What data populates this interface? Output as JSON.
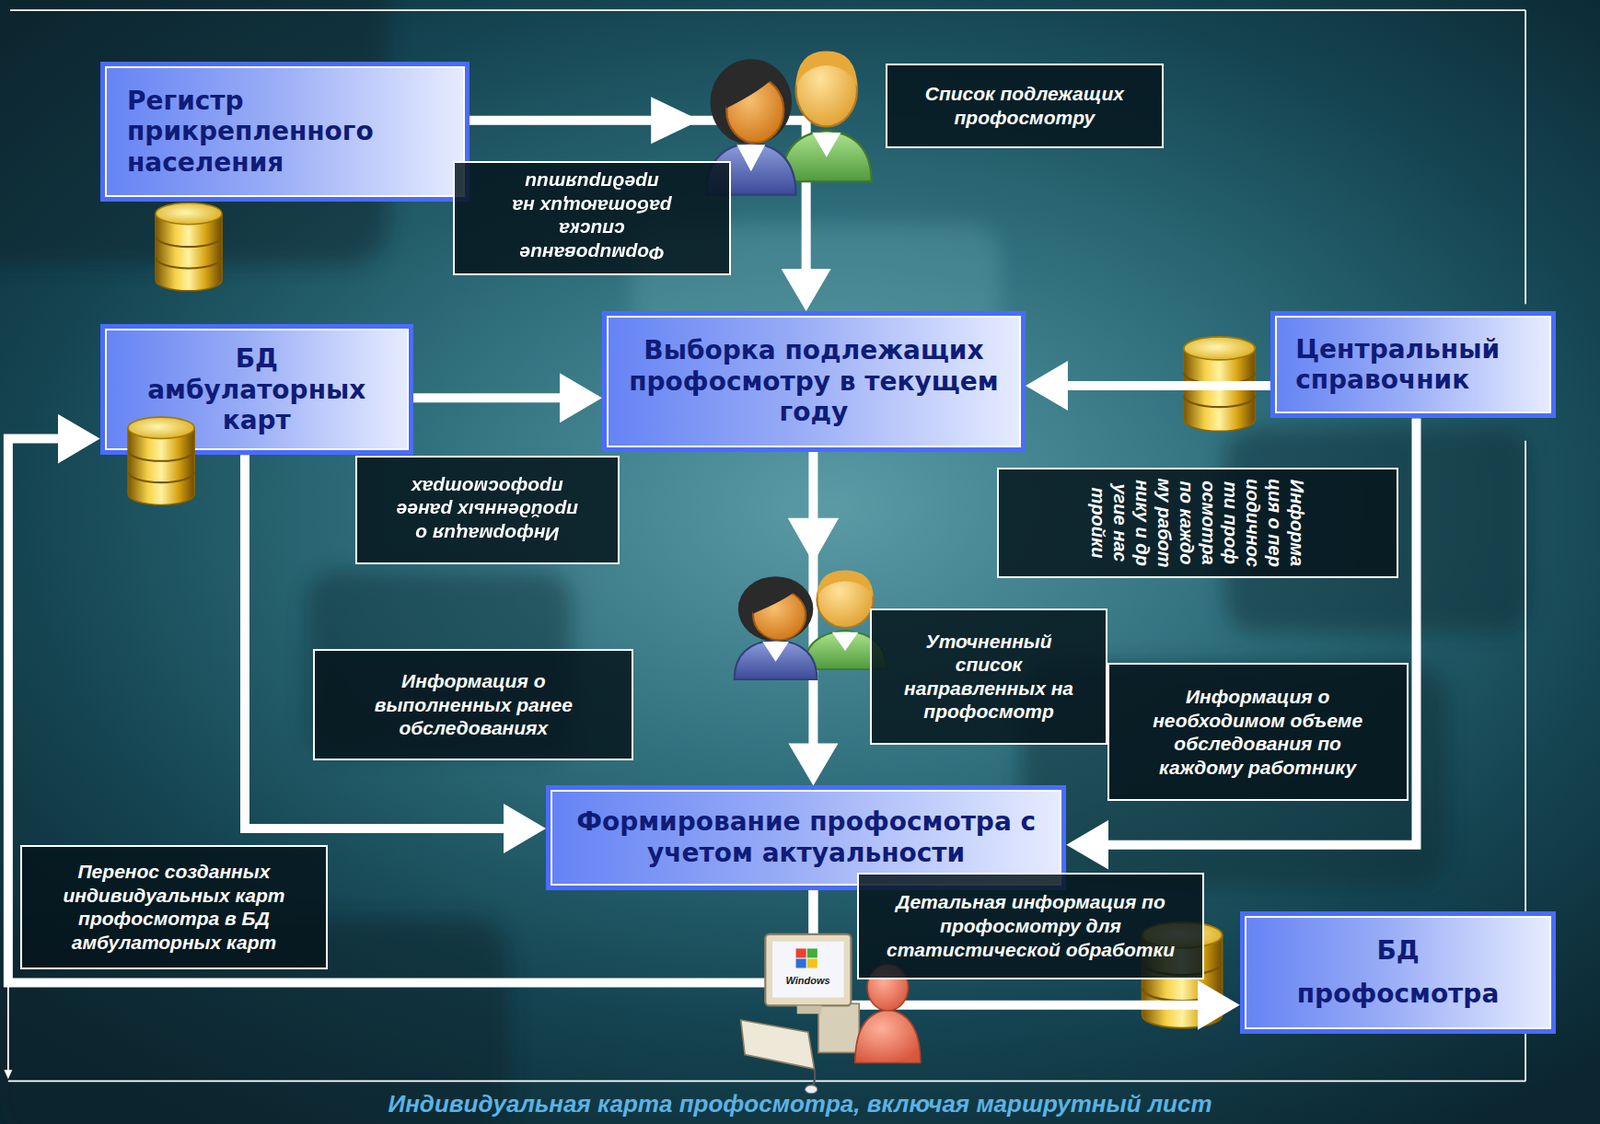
{
  "diagram": {
    "caption": "Индивидуальная карта профосмотра, включая маршрутный лист",
    "nodes": [
      {
        "text": [
          "Регистр прикрепленного населения"
        ]
      },
      {
        "text": [
          "Список подлежащих профосмотру"
        ]
      },
      {
        "text": [
          "Формирование списка работающих на предприятии"
        ]
      },
      {
        "text": [
          "БД амбулаторных карт"
        ]
      },
      {
        "text": [
          "Выборка подлежащих профосмотру в текущем году"
        ]
      },
      {
        "text": [
          "Центральный справочник"
        ]
      },
      {
        "text": [
          "Информация о пройденных ранее профосмотрах"
        ]
      },
      {
        "text": [
          "Информация о периодичности профосмотра по каждому работнику и другие настройки"
        ]
      },
      {
        "text": [
          "Уточненный список направленных на профосмотр"
        ]
      },
      {
        "text": [
          "Информация о выполненных ранее обследованиях"
        ]
      },
      {
        "text": [
          "Информация о необходимом объеме обследования по каждому работнику"
        ]
      },
      {
        "text": [
          "Формирование профосмотра с учетом актуальности"
        ]
      },
      {
        "text": [
          "Перенос созданных индивидуальных карт профосмотра в БД амбулаторных карт"
        ]
      },
      {
        "text": [
          "Детальная информация по профосмотру для статистической обработки"
        ]
      },
      {
        "text": [
          "БД профосмотра"
        ]
      }
    ],
    "edges": [
      {
        "from": 0,
        "to": 4,
        "arrow": "to"
      },
      {
        "from": 3,
        "to": 4,
        "arrow": "to"
      },
      {
        "from": 5,
        "to": 4,
        "arrow": "to"
      },
      {
        "from": 4,
        "to": 11,
        "arrow": "to"
      },
      {
        "from": 3,
        "to": 11,
        "arrow": "to"
      },
      {
        "from": 5,
        "to": 11,
        "arrow": "to"
      },
      {
        "from": 11,
        "to": 14,
        "arrow": "to"
      },
      {
        "from": 11,
        "to": 3,
        "arrow": "to"
      }
    ],
    "labels": [
      "Windows"
    ]
  }
}
